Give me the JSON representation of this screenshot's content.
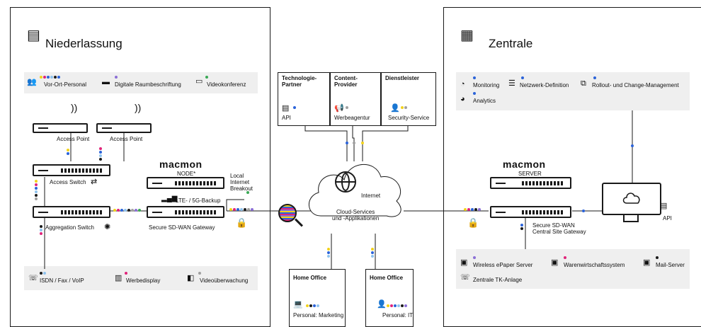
{
  "colors": {
    "blue": "#2b63d9",
    "pink": "#e0247a",
    "yellow": "#f2d21b",
    "lightblue": "#8fc3ee",
    "purple": "#8b6fd6",
    "grey": "#a0a0a0",
    "green": "#3aa955",
    "dark": "#1a1a1a",
    "band": "#efefef"
  },
  "branch": {
    "title": "Niederlassung",
    "top_items": [
      "Vor-Ort-Personal",
      "Digitale Raumbeschriftung",
      "Videokonferenz"
    ],
    "access_point_1": "Access Point",
    "access_point_2": "Access Point",
    "access_switch": "Access Switch",
    "aggregation_switch": "Aggregation Switch",
    "bottom_items": [
      "ISDN / Fax / VoIP",
      "Werbedisplay",
      "Videoüberwachung"
    ]
  },
  "node": {
    "logo": "macmon",
    "name": "NODE*",
    "lte": "LTE- / 5G-Backup",
    "gateway": "Secure SD-WAN Gateway"
  },
  "breakout": [
    "Local",
    "Internet",
    "Breakout"
  ],
  "cloud": {
    "internet": "Internet",
    "services": [
      "Cloud-Services",
      "und -Applikationen"
    ]
  },
  "partners": [
    {
      "title": [
        "Technologie-",
        "Partner"
      ],
      "item": "API"
    },
    {
      "title": [
        "Content-",
        "Provider"
      ],
      "item": "Werbeagentur"
    },
    {
      "title": [
        "Dienstleister"
      ],
      "item": "Security-Service"
    }
  ],
  "home_offices": [
    {
      "title": "Home Office",
      "item": "Personal: Marketing"
    },
    {
      "title": "Home Office",
      "item": "Personal: IT"
    }
  ],
  "hq": {
    "title": "Zentrale",
    "top_items": [
      "Monitoring",
      "Netzwerk-Definition",
      "Rollout- und Change-Management",
      "Analytics"
    ],
    "server_logo": "macmon",
    "server_name": "SERVER",
    "gateway": [
      "Secure SD-WAN",
      "Central Site Gateway"
    ],
    "api": "API",
    "bottom_items": [
      "Wireless ePaper Server",
      "Warenwirtschaftssystem",
      "Mail-Server",
      "Zentrale TK-Anlage"
    ]
  },
  "icons": {
    "building": "building-icon",
    "wifi": "wifi-icon",
    "cloud": "cloud-icon",
    "globe": "globe-icon",
    "lock": "lock-icon",
    "magnifier": "magnifier-icon",
    "monitor": "monitor-icon",
    "server": "server-icon",
    "phone": "phone-icon",
    "camera": "camera-icon",
    "display": "display-icon",
    "api": "api-icon",
    "user": "user-icon",
    "megaphone": "megaphone-icon"
  }
}
